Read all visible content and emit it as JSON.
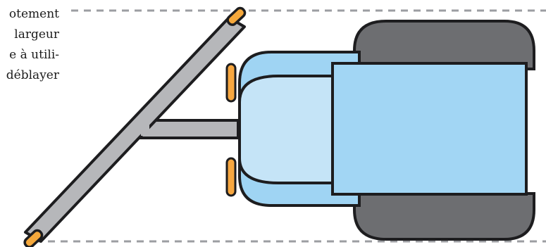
{
  "text_fragment": {
    "lines": [
      "otement",
      "largeur",
      "e à utili-",
      "déblayer"
    ]
  },
  "colors": {
    "tire": "#6d6e71",
    "hood_light": "#c5e4f7",
    "hood_mid": "#9fd4f3",
    "body": "#a2d6f4",
    "blade": "#b6b7ba",
    "blade_tip": "#f5a83b",
    "headlight": "#f7a740",
    "outline": "#1d1d1f",
    "dashed_line": "#9c9ea2"
  },
  "icons": {
    "vehicle": "snow-plow-vehicle-top-view",
    "blade": "plow-blade",
    "headlight": "headlight"
  }
}
